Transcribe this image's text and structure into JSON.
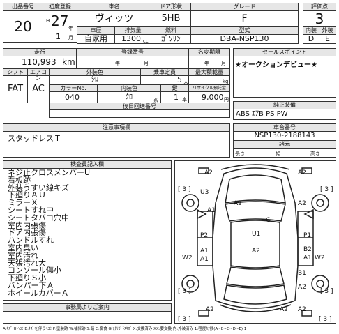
{
  "header": {
    "lot_label": "出品番号",
    "lot": "20",
    "first_reg_label": "初度登録",
    "era": "H",
    "year": "27",
    "year_unit": "年",
    "month": "1",
    "month_unit": "月",
    "name_label": "車名",
    "name": "ヴィッツ",
    "door_label": "ドア形状",
    "door": "5HB",
    "grade_label": "グレード",
    "grade": "F",
    "score_label": "評価点",
    "score": "3",
    "usage_label": "車歴",
    "usage": "自家用",
    "cc_label": "排気量",
    "cc": "1300",
    "cc_unit": "cc",
    "fuel_label": "燃料",
    "fuel": "ｶﾞｿﾘﾝ",
    "model_label": "型式",
    "model": "DBA-NSP130",
    "interior_label": "内装",
    "interior": "D",
    "exterior_label": "外装",
    "exterior": "E"
  },
  "row2": {
    "mileage_label": "走行",
    "mileage": "110,993",
    "mileage_unit": "km",
    "reg_label": "登録番号",
    "reg_year_unit": "年",
    "reg_month_unit": "月",
    "shaken_label": "名変期限",
    "shaken_year_unit": "年",
    "shaken_month_unit": "月",
    "sales_point_label": "セールスポイント",
    "sales_point": "★オークションデビュー★"
  },
  "row3": {
    "shift_label": "シフト",
    "shift": "FAT",
    "ac_label": "エアコン",
    "ac": "AC",
    "color_label": "外装色",
    "color": "ｼﾛ",
    "capacity_label": "乗車定員",
    "capacity": "5",
    "capacity_unit": "人",
    "load_label": "最大積載量",
    "load_unit": "kg",
    "color_no_label": "カラーNo.",
    "color_no": "040",
    "int_color_label": "内装色",
    "int_color": "ｸﾛ",
    "int_color_unit": "系",
    "keys_label": "鍵",
    "keys": "1",
    "keys_unit": "本",
    "recycle_label": "リサイクル預託金",
    "recycle": "9,000",
    "recycle_unit": "円",
    "rear_no_label": "後日回送番号"
  },
  "equip": {
    "label": "純正装備",
    "value": "ABS ｴｱB PS PW"
  },
  "frame": {
    "label": "車台番号",
    "value": "NSP130-2188143"
  },
  "dims": {
    "label": "諸元",
    "length": "長さ",
    "width": "幅",
    "height": "高さ"
  },
  "notes": {
    "label": "注意事項欄",
    "value": "スタッドレスＴ"
  },
  "inspector": {
    "label": "検査員記入欄",
    "lines": [
      "ネジ止クロスメンバーU",
      "看板跡",
      "外装うすい線キズ",
      "下廻りＡＵ",
      "ミラーＸ",
      "シートすれ中",
      "シートタバコ穴中",
      "室内内張傷",
      "ドア内張傷",
      "ハンドルすれ",
      "室内臭い",
      "室内汚れ",
      "天張汚れ大",
      "コンソール傷小",
      "下廻りＳ小",
      "バンパー下Ａ",
      "ホイールカバーＡ"
    ]
  },
  "office": {
    "label": "事務局よりご案内"
  },
  "diagram": {
    "labels": [
      "A2",
      "A2",
      "[ 3 ]",
      "[ 3 ]",
      "U3",
      "A2",
      "A2",
      "A1",
      "G",
      "U1",
      "P2",
      "P1",
      "A1",
      "A2",
      "B2",
      "W2",
      "A1",
      "W2",
      "A1",
      "B1",
      "[ 3 ]",
      "[ 3 ]",
      "A2",
      "A2",
      "[ 3 ]",
      "A2",
      "A2",
      "[ 3 ]"
    ]
  },
  "footer": "A:ｷｽﾞ U:ﾍｺﾐ B:ｷｽﾞを伴うﾍｺﾐ P:塗装跡 W:補修跡 S:錆 C:腐食 G:ｱﾀﾘｶﾞﾗｽｷｽﾞ X:交換済み XX:要交換 内:外装済み 1:程度ｶﾀ数(A~B~C~D~E) 1"
}
